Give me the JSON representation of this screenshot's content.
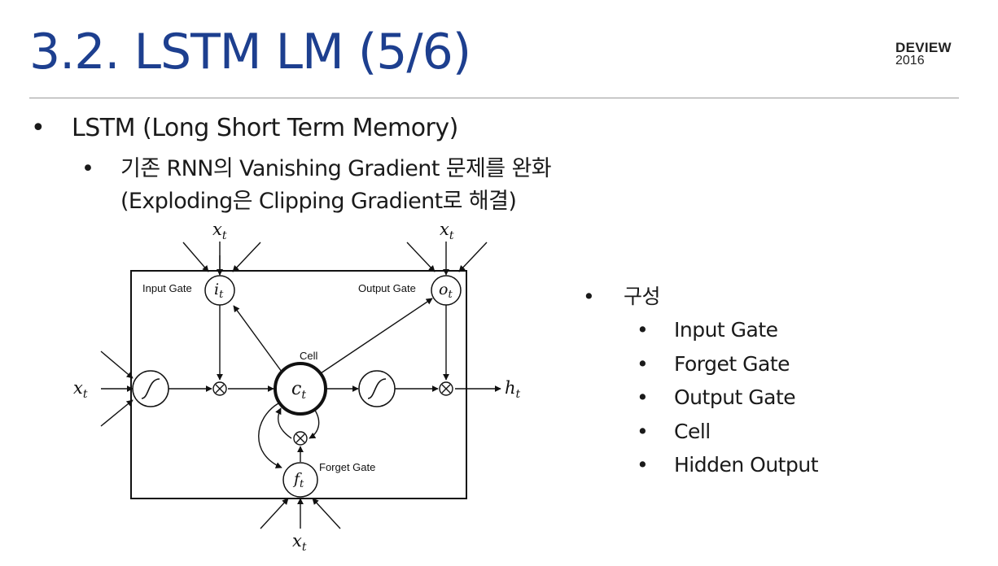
{
  "slide": {
    "title": "3.2. LSTM LM (5/6)",
    "brand": {
      "name": "DEVIEW",
      "year": "2016"
    }
  },
  "bullets": {
    "marker": "•",
    "level1": "LSTM (Long Short Term Memory)",
    "level2_line1": "기존 RNN의 Vanishing Gradient 문제를 완화",
    "level2_line2": "(Exploding은 Clipping Gradient로 해결)"
  },
  "diagram": {
    "input_gate_label": "Input Gate",
    "output_gate_label": "Output Gate",
    "forget_gate_label": "Forget Gate",
    "cell_label": "Cell",
    "i_node": {
      "base": "i",
      "sub": "t"
    },
    "o_node": {
      "base": "o",
      "sub": "t"
    },
    "f_node": {
      "base": "f",
      "sub": "t"
    },
    "c_node": {
      "base": "c",
      "sub": "t"
    },
    "x_input": {
      "base": "x",
      "sub": "t"
    },
    "h_output": {
      "base": "h",
      "sub": "t"
    },
    "multiply_symbol": "⊗"
  },
  "components": {
    "heading": "구성",
    "items": [
      "Input Gate",
      "Forget Gate",
      "Output Gate",
      "Cell",
      "Hidden Output"
    ]
  }
}
